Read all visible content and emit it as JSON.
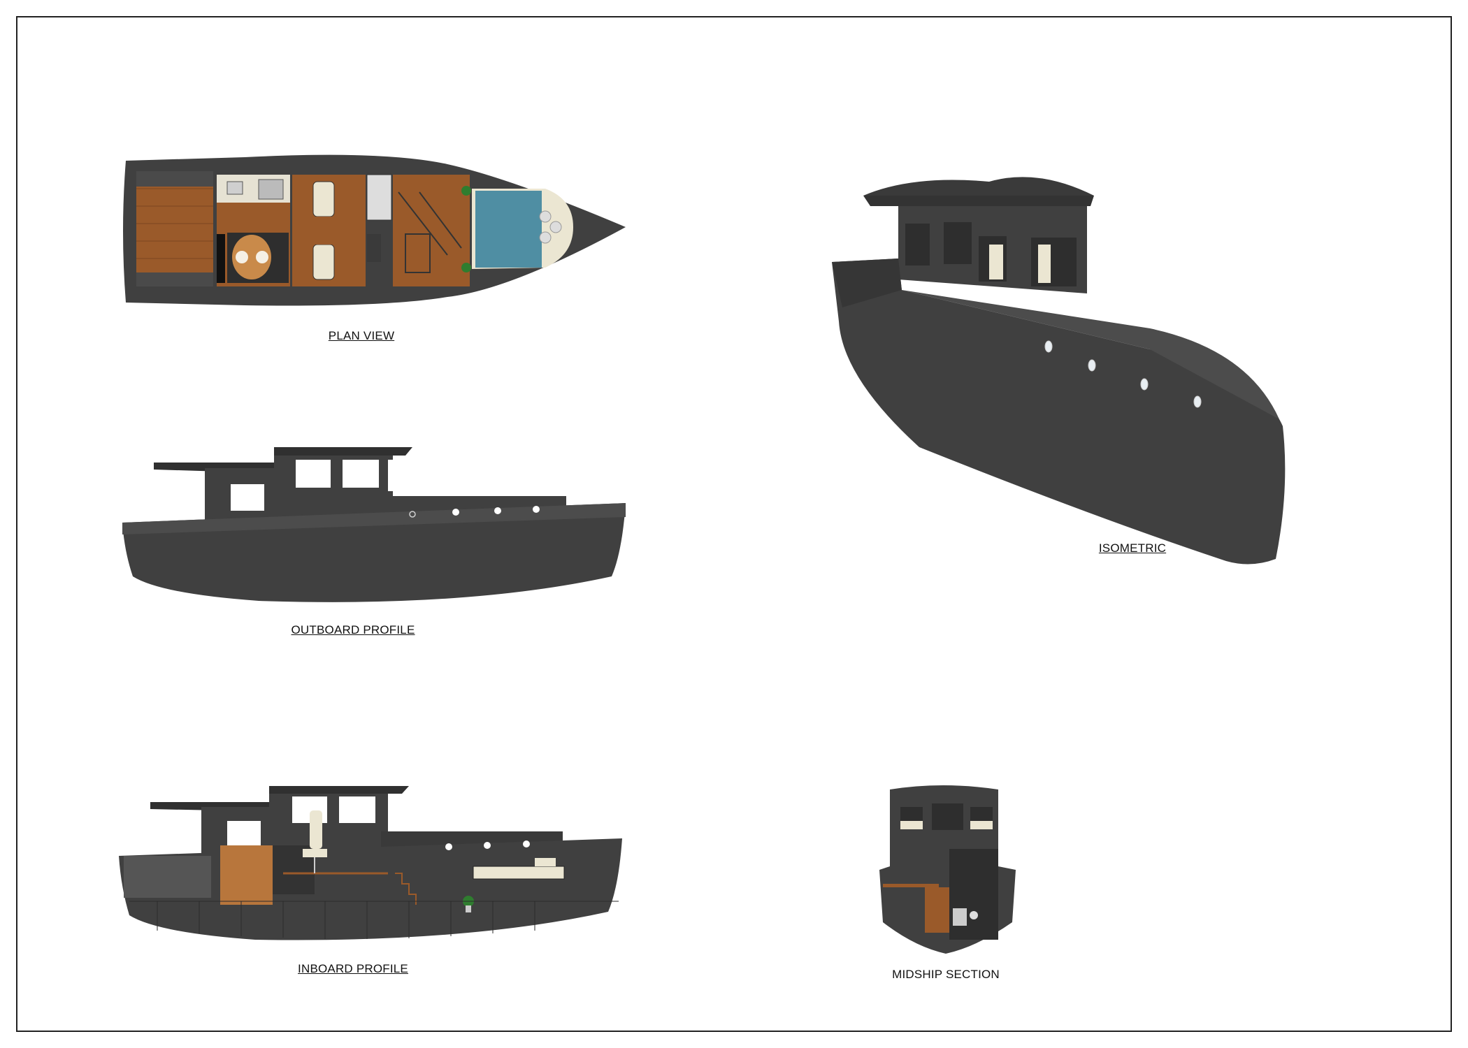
{
  "sheet": {
    "captions": {
      "plan_view": "PLAN VIEW",
      "outboard_profile": "OUTBOARD PROFILE",
      "inboard_profile": "INBOARD PROFILE",
      "isometric": "ISOMETRIC",
      "midship_section": "MIDSHIP SECTION"
    }
  },
  "colors": {
    "hull": "#404040",
    "hull_dark": "#2e2e2e",
    "hull_light": "#4c4c4c",
    "teak": "#9a5a2a",
    "teak_light": "#b8763c",
    "bed_blue": "#4f8ea3",
    "cream": "#ebe6d2",
    "window": "#ffffff",
    "plant": "#2f7d2f"
  },
  "icons": [
    "plant-icon",
    "porthole-icon",
    "helm-seat-icon",
    "stair-icon"
  ]
}
